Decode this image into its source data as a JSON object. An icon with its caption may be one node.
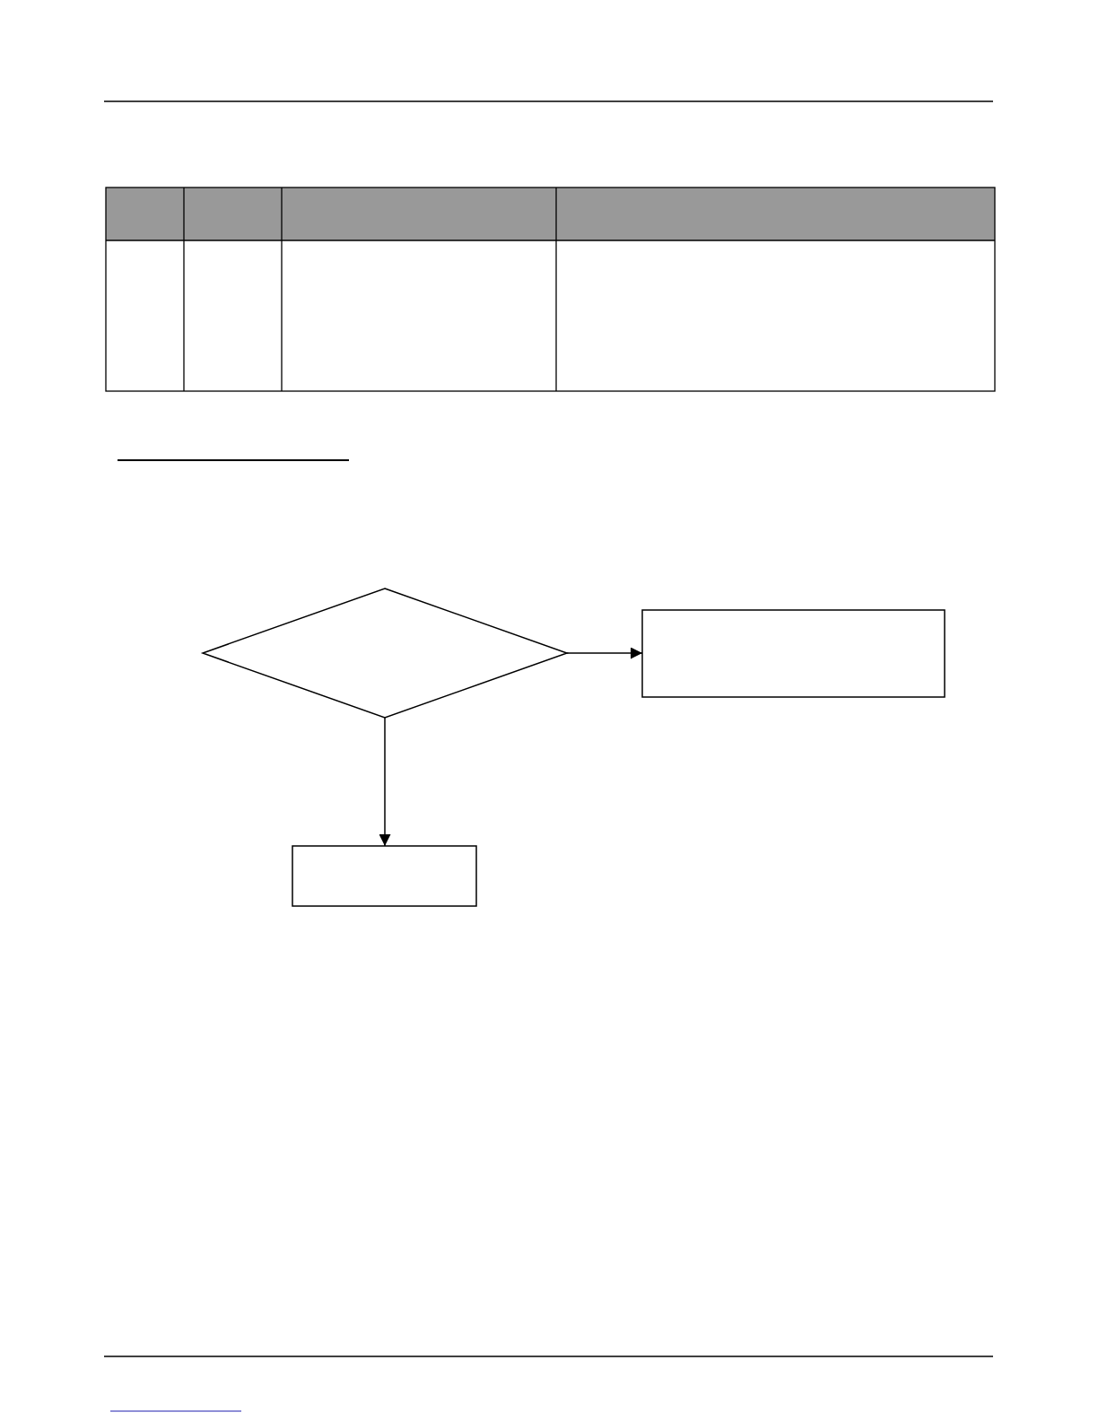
{
  "diagram": {
    "nodes": [
      {
        "text": [],
        "shape": "diamond"
      },
      {
        "text": [],
        "shape": "box"
      },
      {
        "text": [],
        "shape": "box"
      }
    ],
    "edges": [
      {
        "from": 0,
        "to": 1,
        "arrow": "to"
      },
      {
        "from": 0,
        "to": 2,
        "arrow": "to"
      }
    ]
  }
}
